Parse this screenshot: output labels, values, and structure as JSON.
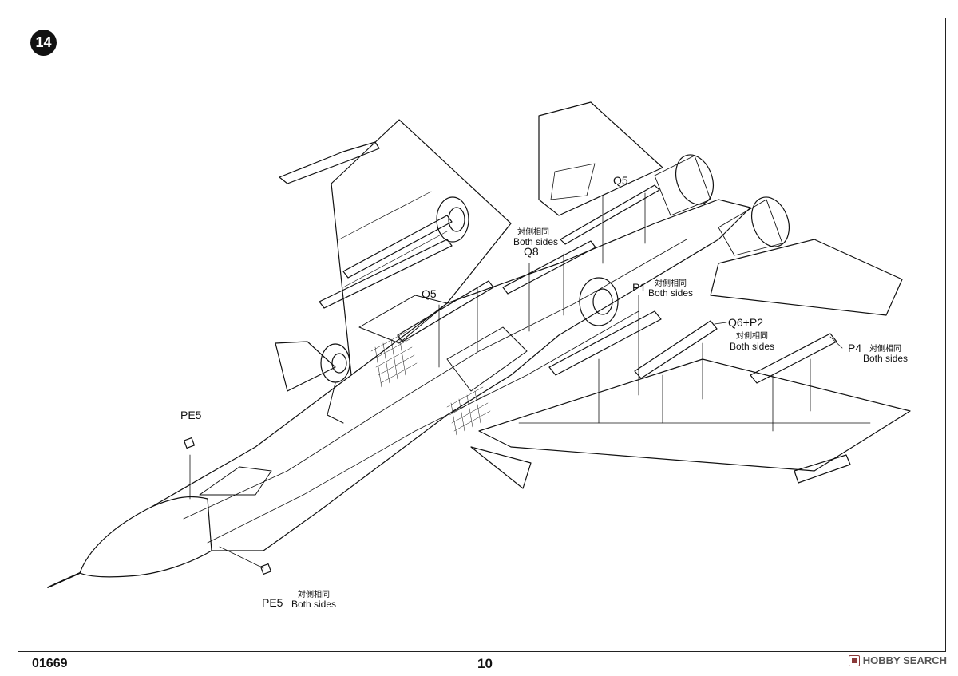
{
  "step": {
    "number": "14"
  },
  "labels": {
    "q5_top": "Q5",
    "q8": "Q8",
    "q8_note_cn": "対側相同",
    "q8_note_en": "Both sides",
    "q5_left": "Q5",
    "p1": "P1",
    "p1_note_cn": "対側相同",
    "p1_note_en": "Both sides",
    "q6p2": "Q6+P2",
    "q6p2_note_cn": "対側相同",
    "q6p2_note_en": "Both sides",
    "p4": "P4",
    "p4_note_cn": "対側相同",
    "p4_note_en": "Both sides",
    "pe5_top": "PE5",
    "pe5_bottom": "PE5",
    "pe5_note_cn": "対側相同",
    "pe5_note_en": "Both sides"
  },
  "footer": {
    "code": "01669",
    "page": "10",
    "watermark": "HOBBY SEARCH"
  }
}
